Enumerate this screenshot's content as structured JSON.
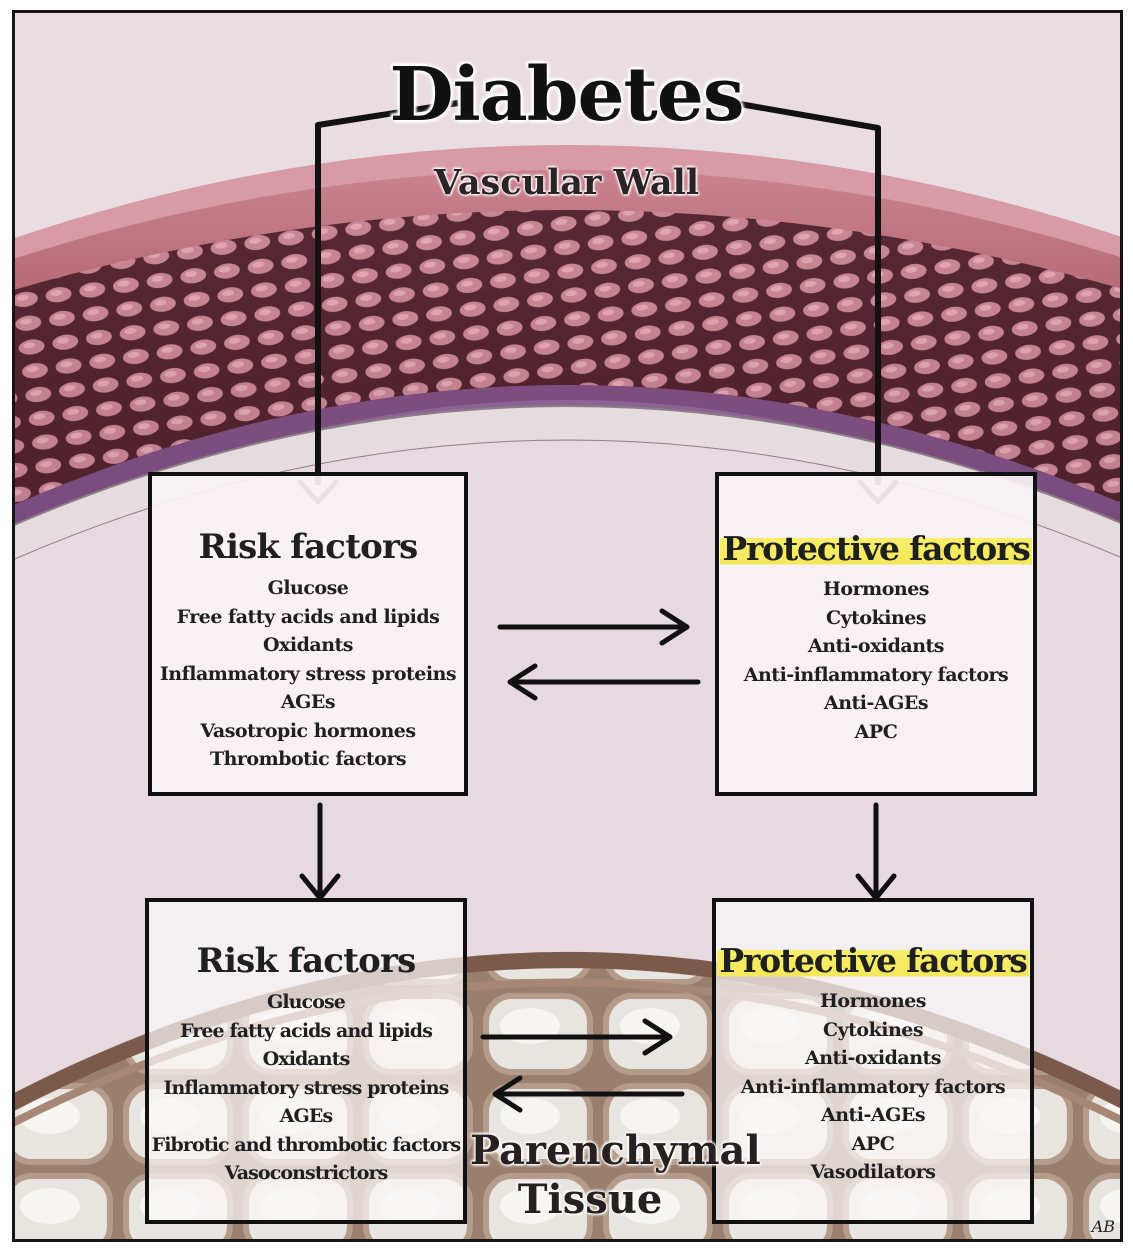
{
  "title": "Diabetes",
  "vascular_label": "Vascular Wall",
  "parenchymal_label": [
    "Parenchymal",
    "Tissue"
  ],
  "signature": "AB",
  "highlight_color": "#f3e85a",
  "vascular_risk": {
    "heading": "Risk factors",
    "items": [
      "Glucose",
      "Free fatty acids and lipids",
      "Oxidants",
      "Inflammatory stress proteins",
      "AGEs",
      "Vasotropic hormones",
      "Thrombotic factors"
    ]
  },
  "vascular_protective": {
    "heading": "Protective factors",
    "items": [
      "Hormones",
      "Cytokines",
      "Anti-oxidants",
      "Anti-inflammatory factors",
      "Anti-AGEs",
      "APC"
    ]
  },
  "parenchymal_risk": {
    "heading": "Risk factors",
    "items": [
      "Glucose",
      "Free fatty acids and lipids",
      "Oxidants",
      "Inflammatory stress proteins",
      "AGEs",
      "Fibrotic and thrombotic factors",
      "Vasoconstrictors"
    ]
  },
  "parenchymal_protective": {
    "heading": "Protective factors",
    "items": [
      "Hormones",
      "Cytokines",
      "Anti-oxidants",
      "Anti-inflammatory factors",
      "Anti-AGEs",
      "APC",
      "Vasodilators"
    ]
  }
}
